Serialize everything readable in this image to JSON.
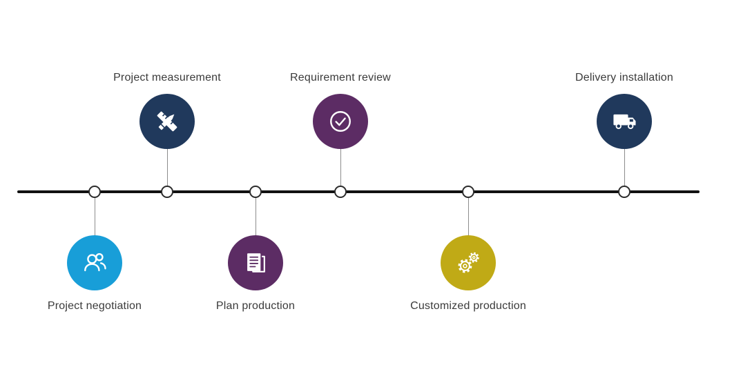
{
  "timeline": {
    "title": "",
    "line_color": "#111111",
    "connector_color": "#8c8c8c",
    "node_style": {
      "fill": "#ffffff",
      "border": "#2b2b2b"
    },
    "milestones": [
      {
        "label": "Project negotiation",
        "icon": "people-icon",
        "color": "#189ed8",
        "position": "below"
      },
      {
        "label": "Project measurement",
        "icon": "ruler-pencil-icon",
        "color": "#20395c",
        "position": "above"
      },
      {
        "label": "Plan production",
        "icon": "document-icon",
        "color": "#5c2c64",
        "position": "below"
      },
      {
        "label": "Requirement review",
        "icon": "check-icon",
        "color": "#5c2c64",
        "position": "above"
      },
      {
        "label": "Customized production",
        "icon": "gears-icon",
        "color": "#c0aa16",
        "position": "below"
      },
      {
        "label": "Delivery installation",
        "icon": "truck-icon",
        "color": "#20395c",
        "position": "above"
      }
    ]
  }
}
